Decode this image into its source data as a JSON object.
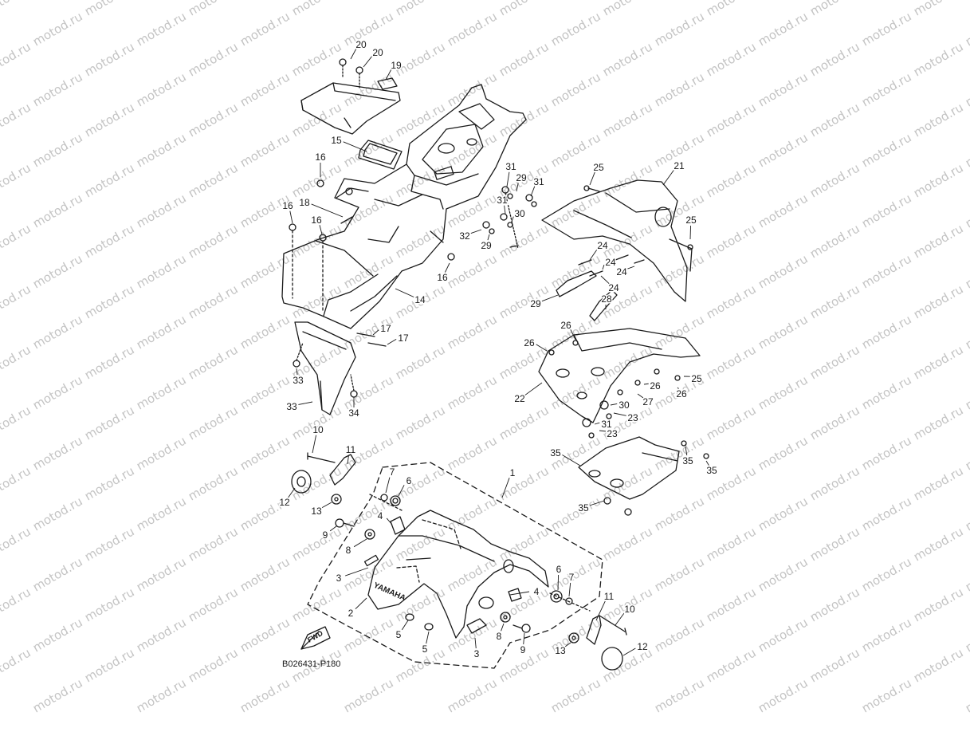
{
  "watermark": {
    "text": "motod.ru",
    "color": "#c4c4c4"
  },
  "diagram": {
    "code": "B026431-P180",
    "fwd_label": "FWD",
    "logo_text": "YAMAHA",
    "line_color": "#1a1a1a",
    "callouts": [
      "1",
      "2",
      "3",
      "3",
      "4",
      "4",
      "5",
      "5",
      "6",
      "6",
      "7",
      "7",
      "8",
      "8",
      "9",
      "9",
      "10",
      "10",
      "11",
      "11",
      "12",
      "12",
      "13",
      "13",
      "14",
      "15",
      "16",
      "16",
      "16",
      "16",
      "17",
      "17",
      "18",
      "19",
      "20",
      "20",
      "21",
      "22",
      "23",
      "23",
      "24",
      "24",
      "24",
      "24",
      "25",
      "25",
      "25",
      "26",
      "26",
      "26",
      "26",
      "27",
      "28",
      "29",
      "29",
      "29",
      "30",
      "30",
      "31",
      "31",
      "31",
      "31",
      "32",
      "33",
      "33",
      "34",
      "35",
      "35",
      "35",
      "35"
    ]
  }
}
